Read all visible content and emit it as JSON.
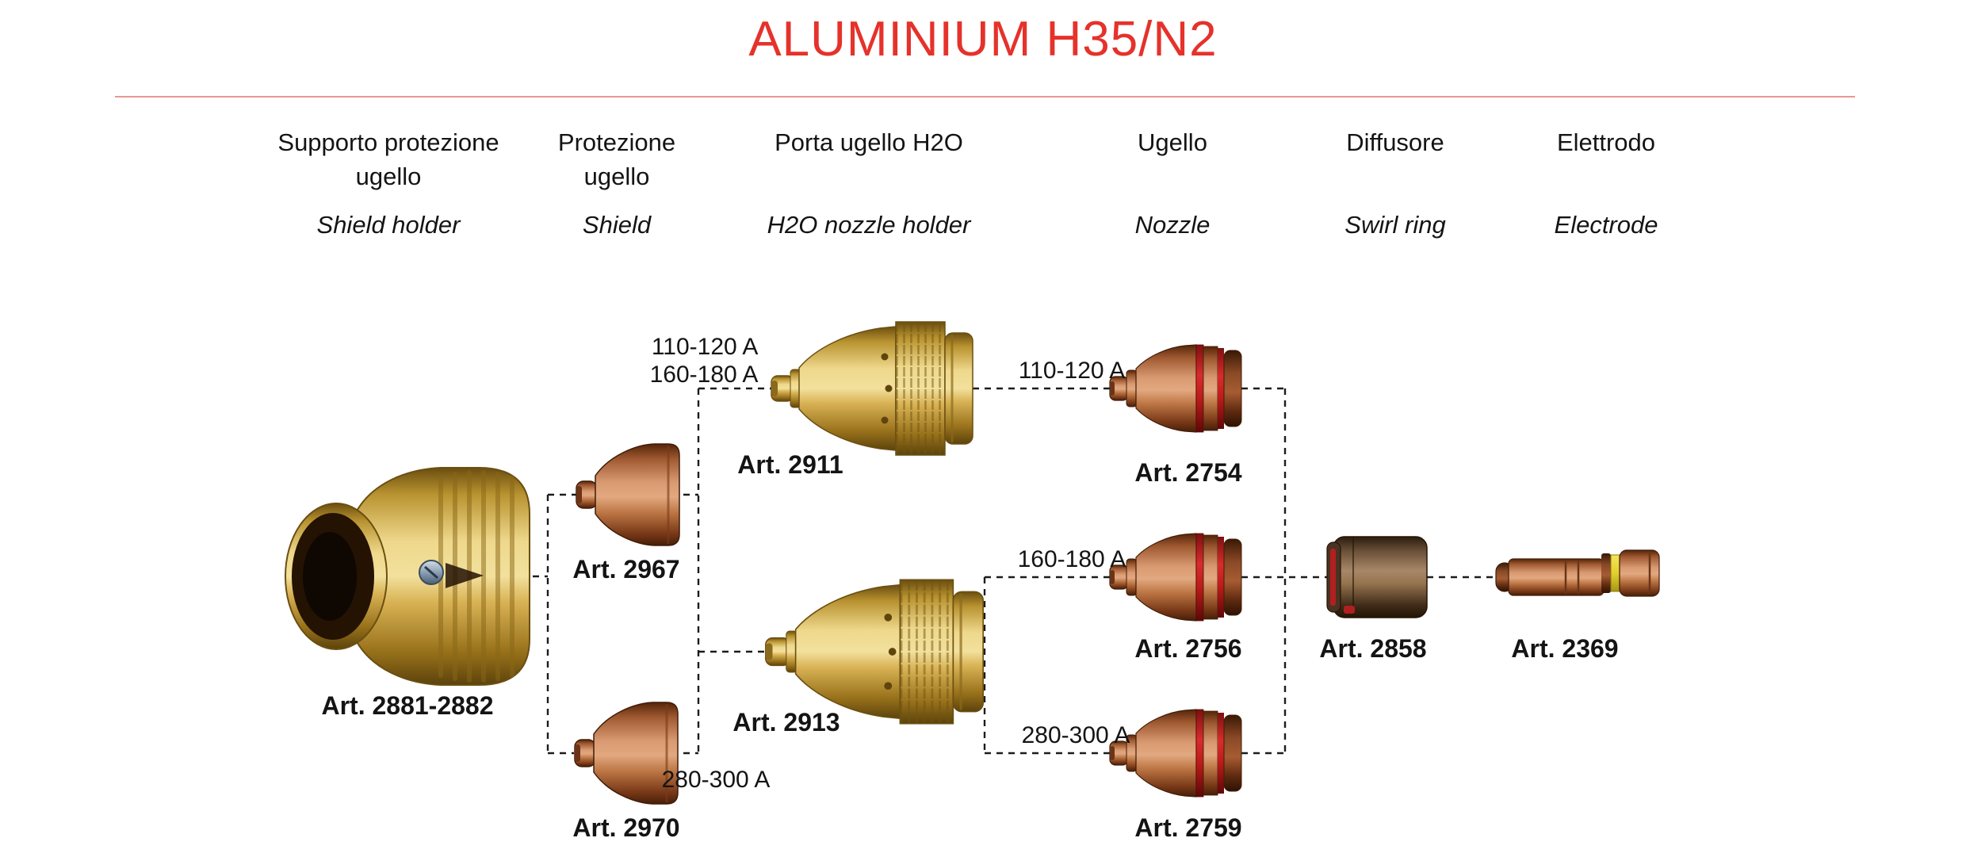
{
  "title": "ALUMINIUM H35/N2",
  "columns": [
    {
      "it": "Supporto protezione ugello",
      "en": "Shield holder"
    },
    {
      "it": "Protezione ugello",
      "en": "Shield"
    },
    {
      "it": "Porta ugello H2O",
      "en": "H2O nozzle holder"
    },
    {
      "it": "Ugello",
      "en": "Nozzle"
    },
    {
      "it": "Diffusore",
      "en": "Swirl ring"
    },
    {
      "it": "Elettrodo",
      "en": "Electrode"
    }
  ],
  "parts": {
    "shield_holder": {
      "art": "Art. 2881-2882"
    },
    "shield_2967": {
      "art": "Art. 2967"
    },
    "shield_2970": {
      "art": "Art. 2970",
      "amperage": "280-300 A"
    },
    "holder_2911": {
      "art": "Art. 2911",
      "amperage": "110-120 A\n160-180 A"
    },
    "holder_2913": {
      "art": "Art. 2913"
    },
    "nozzle_2754": {
      "art": "Art. 2754",
      "amperage": "110-120 A"
    },
    "nozzle_2756": {
      "art": "Art. 2756",
      "amperage": "160-180 A"
    },
    "nozzle_2759": {
      "art": "Art. 2759",
      "amperage": "280-300 A"
    },
    "swirl_2858": {
      "art": "Art. 2858"
    },
    "electrode_2369": {
      "art": "Art. 2369"
    }
  },
  "colors": {
    "accent_red": "#e5322b",
    "divider_pink": "#e89694",
    "text": "#141414",
    "gold": "#d9b54e",
    "copper": "#c07948",
    "nozzle_ring_red": "#c41e1e",
    "swirl_brown": "#8d6b4d",
    "electrode_yellow": "#e3cf2e"
  }
}
